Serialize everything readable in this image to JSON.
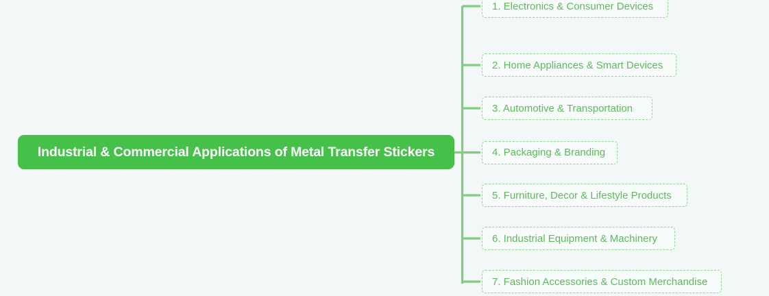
{
  "diagram": {
    "type": "mind-map",
    "orientation": "left-root-right-branches",
    "background_color": "#f4f7f8",
    "root": {
      "label": "Industrial & Commercial Applications of Metal Transfer Stickers",
      "fill_color": "#45c14a",
      "text_color": "#ffffff"
    },
    "branch_style": {
      "border_color": "#8ed48e",
      "text_color": "#5fb85f",
      "fill_color": "#f7fbf9",
      "border_style": "dashed"
    },
    "connector_color": "#7ece7e",
    "branches": [
      {
        "label": "1. Electronics & Consumer Devices"
      },
      {
        "label": "2. Home Appliances & Smart Devices"
      },
      {
        "label": "3. Automotive & Transportation"
      },
      {
        "label": "4. Packaging & Branding"
      },
      {
        "label": "5. Furniture, Decor & Lifestyle Products"
      },
      {
        "label": "6. Industrial Equipment & Machinery"
      },
      {
        "label": "7. Fashion Accessories & Custom Merchandise"
      }
    ]
  }
}
